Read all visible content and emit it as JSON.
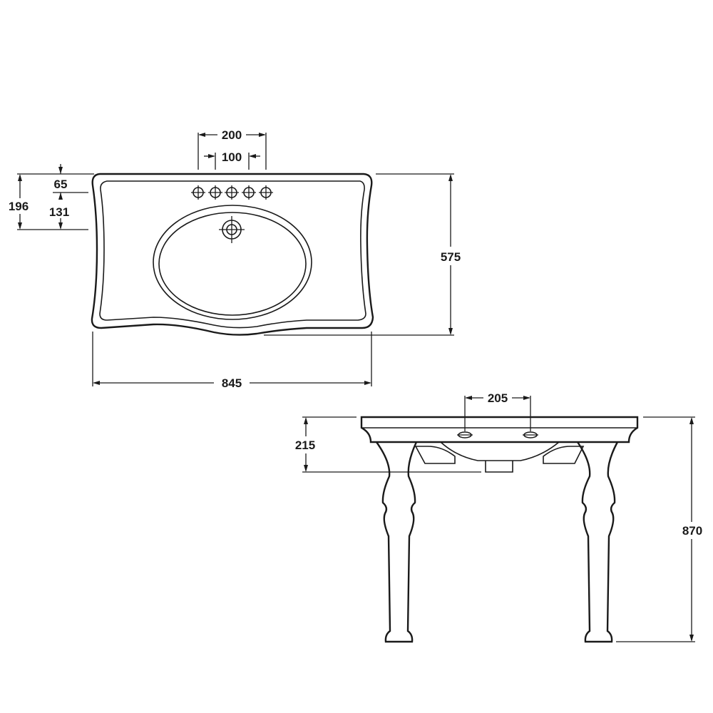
{
  "plan_view": {
    "tap_centres_outer": "200",
    "tap_centres_inner": "100",
    "tap_row_offset": "65",
    "waste_offset": "196",
    "bowl_offset": "131",
    "depth": "575",
    "width": "845"
  },
  "front_view": {
    "fixing_centres": "205",
    "basin_height": "215",
    "overall_height": "870"
  }
}
